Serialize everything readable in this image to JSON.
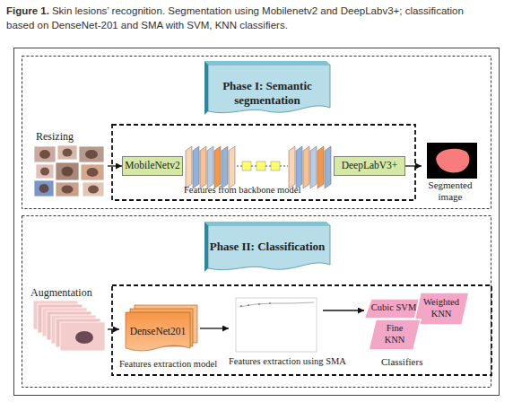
{
  "diagram": {
    "title": "Figure 1.",
    "caption": "Skin lesions’ recognition. Segmentation using Mobilenetv2 and DeepLabv3+; classification based on DenseNet-201 and SMA with SVM, KNN classifiers.",
    "nodes": [
      {
        "text": [
          "Phase I: Semantic segmentation"
        ]
      },
      {
        "text": [
          "Resizing"
        ]
      },
      {
        "text": [
          "MobileNetv2"
        ]
      },
      {
        "text": [
          "DeepLabV3+"
        ]
      },
      {
        "text": [
          "Segmented image"
        ]
      },
      {
        "text": [
          "Phase II: Classification"
        ]
      },
      {
        "text": [
          "Augmentation"
        ]
      },
      {
        "text": [
          "DenseNet201",
          "Features extraction model"
        ]
      },
      {
        "text": [
          "Features extraction using SMA"
        ]
      },
      {
        "text": [
          "Cubic SVM"
        ]
      },
      {
        "text": [
          "Weighted KNN"
        ]
      },
      {
        "text": [
          "Fine KNN"
        ]
      }
    ],
    "edges": [
      {
        "from": 1,
        "to": 2,
        "arrow": "to"
      },
      {
        "from": 3,
        "to": 4,
        "arrow": "to"
      },
      {
        "from": 6,
        "to": 7,
        "arrow": "to"
      },
      {
        "from": 7,
        "to": 8,
        "arrow": "to"
      },
      {
        "from": 8,
        "to": 9,
        "arrow": "to"
      }
    ],
    "labels": [
      "Features from backbone model",
      "Classifiers"
    ]
  }
}
